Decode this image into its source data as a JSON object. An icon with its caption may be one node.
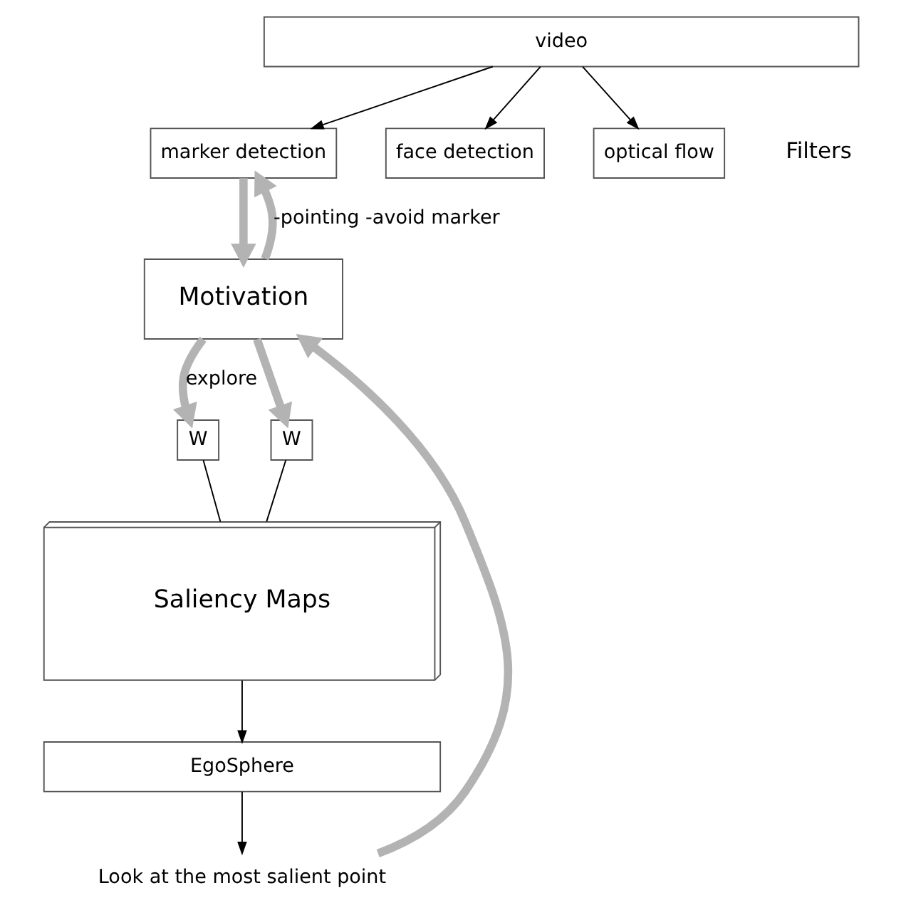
{
  "diagram": {
    "nodes": [
      {
        "text": [
          "video"
        ]
      },
      {
        "text": [
          "marker detection"
        ]
      },
      {
        "text": [
          "face detection"
        ]
      },
      {
        "text": [
          "optical flow"
        ]
      },
      {
        "text": [
          "W"
        ]
      },
      {
        "text": [
          "W"
        ]
      },
      {
        "text": [
          "Motivation"
        ]
      },
      {
        "text": [
          "Saliency Maps"
        ]
      },
      {
        "text": [
          "EgoSphere"
        ]
      },
      {
        "text": [
          "Look at the most salient point"
        ]
      }
    ],
    "edges": [
      {
        "from": 0,
        "to": 1,
        "arrow": "to"
      },
      {
        "from": 0,
        "to": 2,
        "arrow": "to"
      },
      {
        "from": 0,
        "to": 3,
        "arrow": "to"
      },
      {
        "from": 1,
        "to": 6,
        "arrow": "to",
        "style": "thick",
        "color": "#b3b3b3"
      },
      {
        "from": 6,
        "to": 1,
        "arrow": "to",
        "label": "-pointing -avoid marker",
        "style": "thick",
        "color": "#b3b3b3"
      },
      {
        "from": 6,
        "to": 4,
        "arrow": "to",
        "label": "explore",
        "style": "thick",
        "color": "#b3b3b3"
      },
      {
        "from": 6,
        "to": 5,
        "arrow": "to",
        "style": "thick",
        "color": "#b3b3b3"
      },
      {
        "from": 4,
        "to": 7,
        "arrow": "none"
      },
      {
        "from": 5,
        "to": 7,
        "arrow": "none"
      },
      {
        "from": 7,
        "to": 8,
        "arrow": "to"
      },
      {
        "from": 8,
        "to": 9,
        "arrow": "to"
      },
      {
        "from": 9,
        "to": 6,
        "arrow": "to",
        "style": "thick",
        "color": "#b3b3b3"
      }
    ],
    "labels": [
      "Filters"
    ]
  }
}
